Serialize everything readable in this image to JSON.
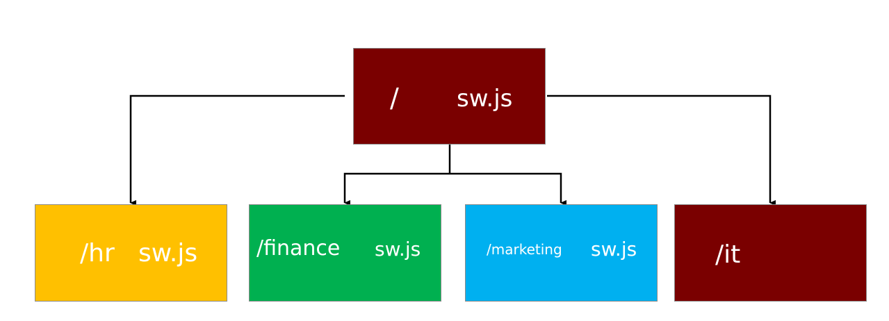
{
  "colors": {
    "root": "#7a0000",
    "hr": "#ffc000",
    "finance": "#00b050",
    "marketing": "#00b0f0",
    "it": "#7a0000",
    "connector": "#000000"
  },
  "root": {
    "path": "/",
    "file": "sw.js"
  },
  "children": {
    "hr": {
      "path": "/hr",
      "file": "sw.js"
    },
    "finance": {
      "path": "/finance",
      "file": "sw.js"
    },
    "marketing": {
      "path": "/marketing",
      "file": "sw.js"
    },
    "it": {
      "path": "/it"
    }
  }
}
